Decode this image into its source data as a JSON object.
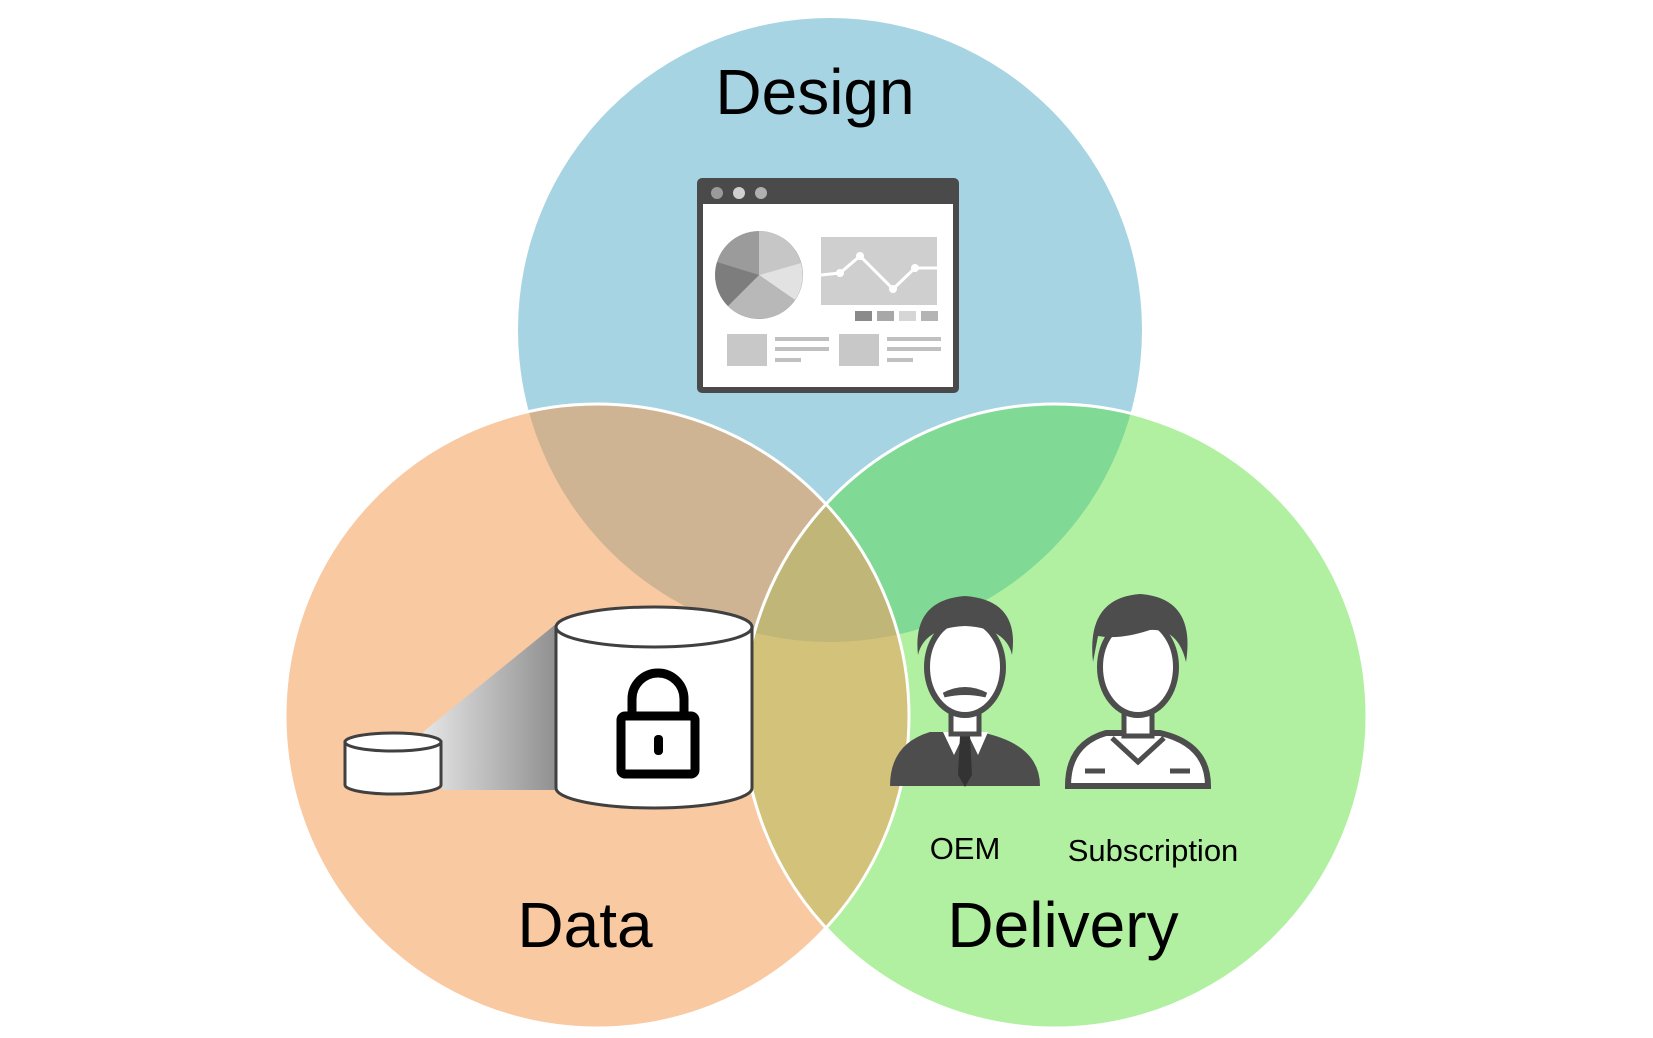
{
  "circles": {
    "design": {
      "label": "Design",
      "color": "#a7d4e2"
    },
    "data": {
      "label": "Data",
      "color": "#f9c9a2"
    },
    "delivery": {
      "label": "Delivery",
      "color": "#b0f0a0"
    }
  },
  "overlaps": {
    "design_data": "#ceb493",
    "design_delivery": "#80d994",
    "data_delivery": "#d3c27a",
    "all_three": "#bfb677"
  },
  "delivery_options": {
    "oem_label": "OEM",
    "subscription_label": "Subscription"
  },
  "icons": {
    "design": "dashboard-window-icon",
    "data": "secure-database-icon",
    "oem": "businessman-icon",
    "subscription": "user-icon"
  }
}
